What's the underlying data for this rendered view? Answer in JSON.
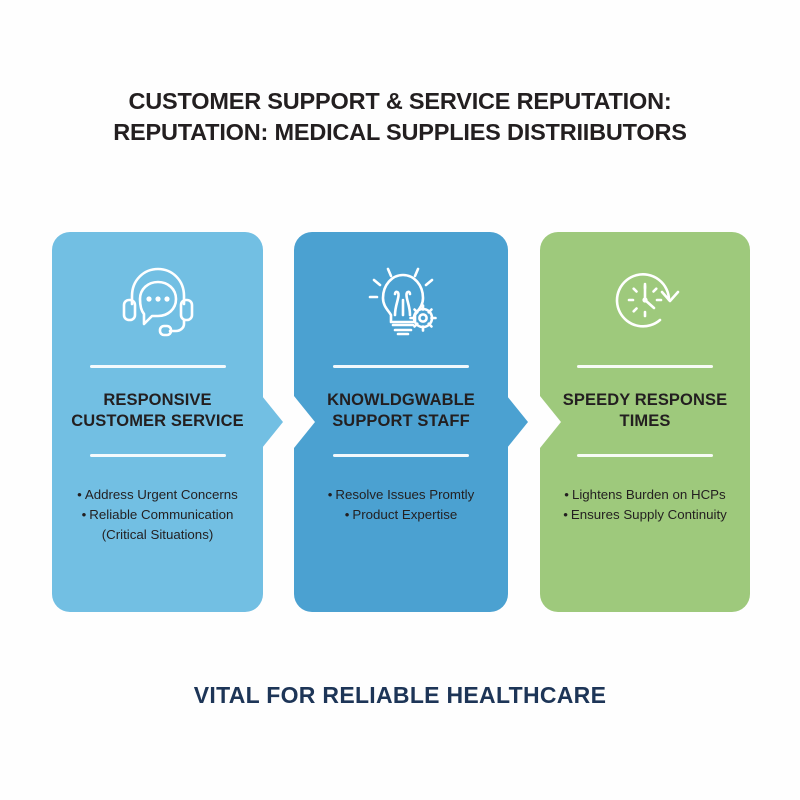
{
  "title": {
    "line1": "CUSTOMER SUPPORT & SERVICE REPUTATION:",
    "line2": "REPUTATION: MEDICAL SUPPLIES DISTRIIBUTORS"
  },
  "footer": {
    "text": "VITAL FOR RELIABLE HEALTHCARE"
  },
  "colors": {
    "background": "#fefefe",
    "card1": "#72bfe3",
    "card2": "#4ba1d1",
    "card3": "#9ec97c",
    "title_text": "#231f20",
    "footer_text": "#1d3557",
    "divider": "#ffffff",
    "icon_stroke": "#ffffff"
  },
  "cards": [
    {
      "id": "responsive-customer-service",
      "icon": "headset-chat-icon",
      "heading_line1": "RESPONSIVE",
      "heading_line2": "CUSTOMER SERVICE",
      "bullets": [
        {
          "text": "Address Urgent Concerns",
          "continuation": ""
        },
        {
          "text": "Reliable Communication",
          "continuation": "(Critical Situations)"
        }
      ]
    },
    {
      "id": "knowledgeable-support-staff",
      "icon": "lightbulb-gear-icon",
      "heading_line1": "KNOWLDGWABLE",
      "heading_line2": "SUPPORT STAFF",
      "bullets": [
        {
          "text": "Resolve Issues Promtly",
          "continuation": ""
        },
        {
          "text": "Product Expertise",
          "continuation": ""
        }
      ]
    },
    {
      "id": "speedy-response-times",
      "icon": "clock-arrow-icon",
      "heading_line1": "SPEEDY RESPONSE",
      "heading_line2": "TIMES",
      "bullets": [
        {
          "text": "Lightens Burden on HCPs",
          "continuation": ""
        },
        {
          "text": "Ensures Supply Continuity",
          "continuation": ""
        }
      ]
    }
  ],
  "bullet_marker": "•"
}
